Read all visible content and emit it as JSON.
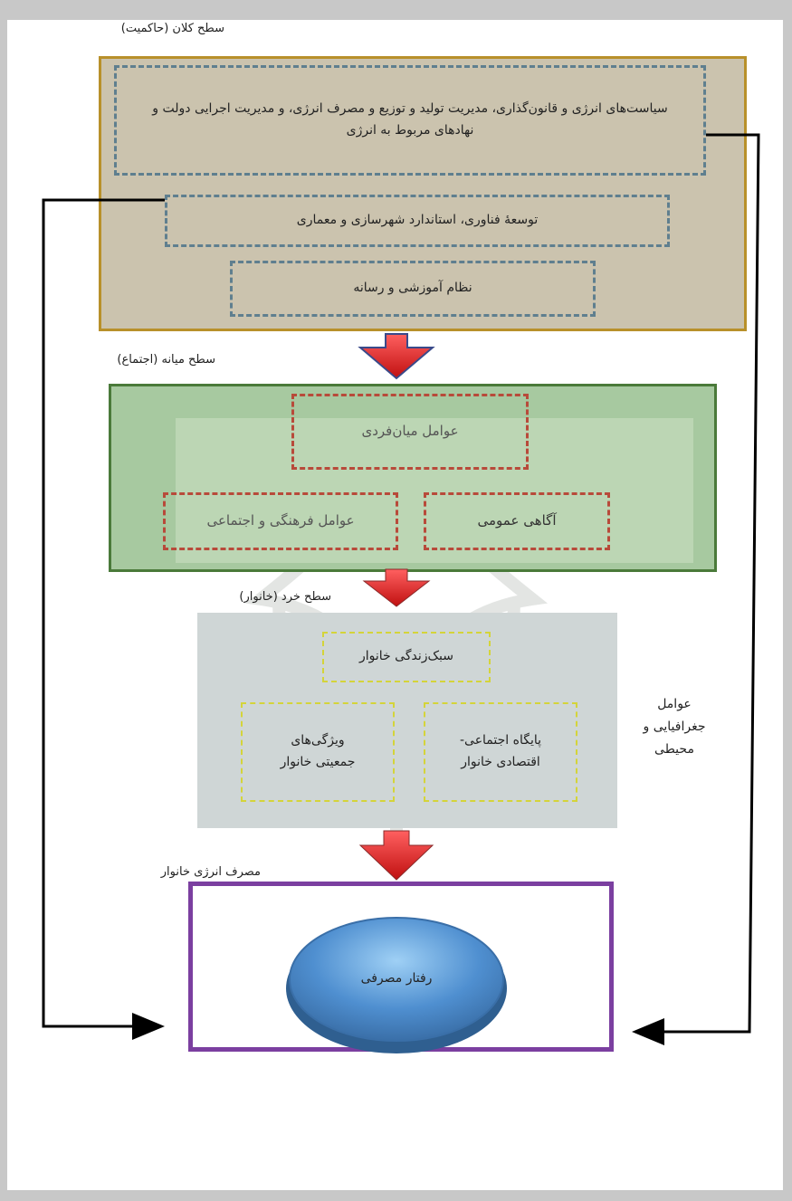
{
  "diagram": {
    "macro_label": "سطح کلان (حاکمیت)",
    "macro_items": [
      "سیاست‌های انرژی و قانون‌گذاری، مدیریت تولید و توزیع و مصرف انرژی، و مدیریت اجرایی دولت و نهادهای مربوط به انرژی",
      "توسعۀ فناوری، استاندارد شهرسازی و معماری",
      "نظام آموزشی و رسانه"
    ],
    "meso_label": "سطح میانه (اجتماع)",
    "meso_items": {
      "interpersonal": "عوامل میان‌فردی",
      "cultural": "عوامل فرهنگی و اجتماعی",
      "awareness": "آگاهی عمومی"
    },
    "micro_label": "سطح خرد (خانوار)",
    "micro_items": {
      "lifestyle": "سبک‌زندگی خانوار",
      "demographic": "ویژگی‌های جمعیتی خانوار",
      "socioeconomic": "پایگاه اجتماعی- اقتصادی خانوار"
    },
    "side_label": "عوامل جغرافیایی و محیطی",
    "consumption_label": "مصرف انرژی خانوار",
    "behavior_label": "رفتار مصرفی"
  },
  "colors": {
    "macro_fill": "#cbc3ae",
    "macro_border": "#b8902a",
    "meso_fill": "#a7c9a0",
    "meso_border": "#4a7a3a",
    "micro_fill": "#cfd6d6",
    "outcome_border": "#7b3fa0",
    "arrow_red": "#e02020",
    "ellipse": "#4f8fd0"
  }
}
